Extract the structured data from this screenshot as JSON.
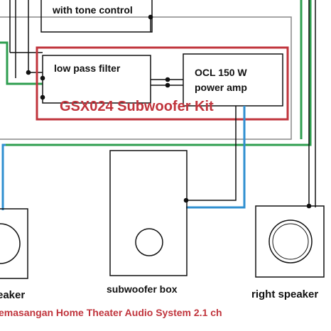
{
  "blocks": {
    "top_partial_label": "with tone control",
    "low_pass_filter": "low pass filter",
    "amp_line1": "OCL 150 W",
    "amp_line2": "power amp",
    "kit_title": "GSX024 Subwoofer Kit"
  },
  "speakers": {
    "left_partial": "eaker",
    "subwoofer": "subwoofer box",
    "right": "right speaker"
  },
  "caption": "emasangan Home Theater Audio System 2.1 ch",
  "colors": {
    "wire": "#111111",
    "green_wire": "#2e9e4f",
    "blue_wire": "#2f8fd0",
    "red_frame": "#c0343c",
    "red_text": "#c0343c",
    "border_gray": "#888888"
  }
}
